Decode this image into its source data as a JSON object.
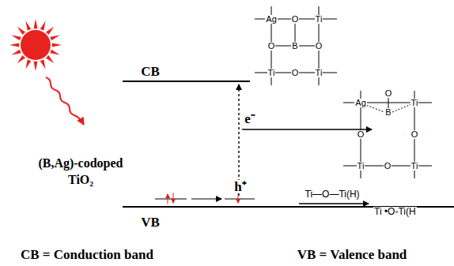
{
  "diagram": {
    "labels": [
      "CB",
      "VB",
      "(B,Ag)-codoped",
      "TiO₂",
      "e⁻",
      "h⁺",
      "Ti—O—Ti(H)",
      "Ti •O-Ti(H",
      "Ag",
      "O",
      "Ti",
      "O",
      "B",
      "O",
      "Ti",
      "O",
      "Ti",
      "Ag",
      "O",
      "B",
      "Ti",
      "O",
      "O",
      "Ti",
      "O",
      "Ti",
      "CB = Conduction band",
      "VB = Valence band"
    ]
  }
}
